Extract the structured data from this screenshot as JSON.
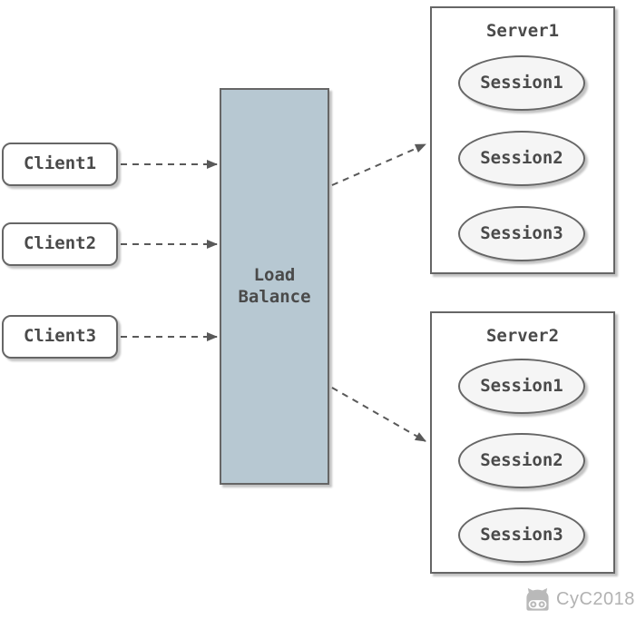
{
  "diagram": {
    "clients": [
      {
        "label": "Client1"
      },
      {
        "label": "Client2"
      },
      {
        "label": "Client3"
      }
    ],
    "load_balancer": {
      "label": "Load Balance"
    },
    "servers": [
      {
        "title": "Server1",
        "sessions": [
          "Session1",
          "Session2",
          "Session3"
        ]
      },
      {
        "title": "Server2",
        "sessions": [
          "Session1",
          "Session2",
          "Session3"
        ]
      }
    ],
    "watermark": {
      "icon": "github-octocat-icon",
      "text": "CyC2018"
    },
    "colors": {
      "load_balancer_fill": "#b7c8d2",
      "node_border": "#666666",
      "node_fill": "#ffffff",
      "session_fill": "#f5f5f5",
      "label_text": "#4a4a4a",
      "connector": "#595959",
      "watermark": "#b2b2b2"
    }
  }
}
